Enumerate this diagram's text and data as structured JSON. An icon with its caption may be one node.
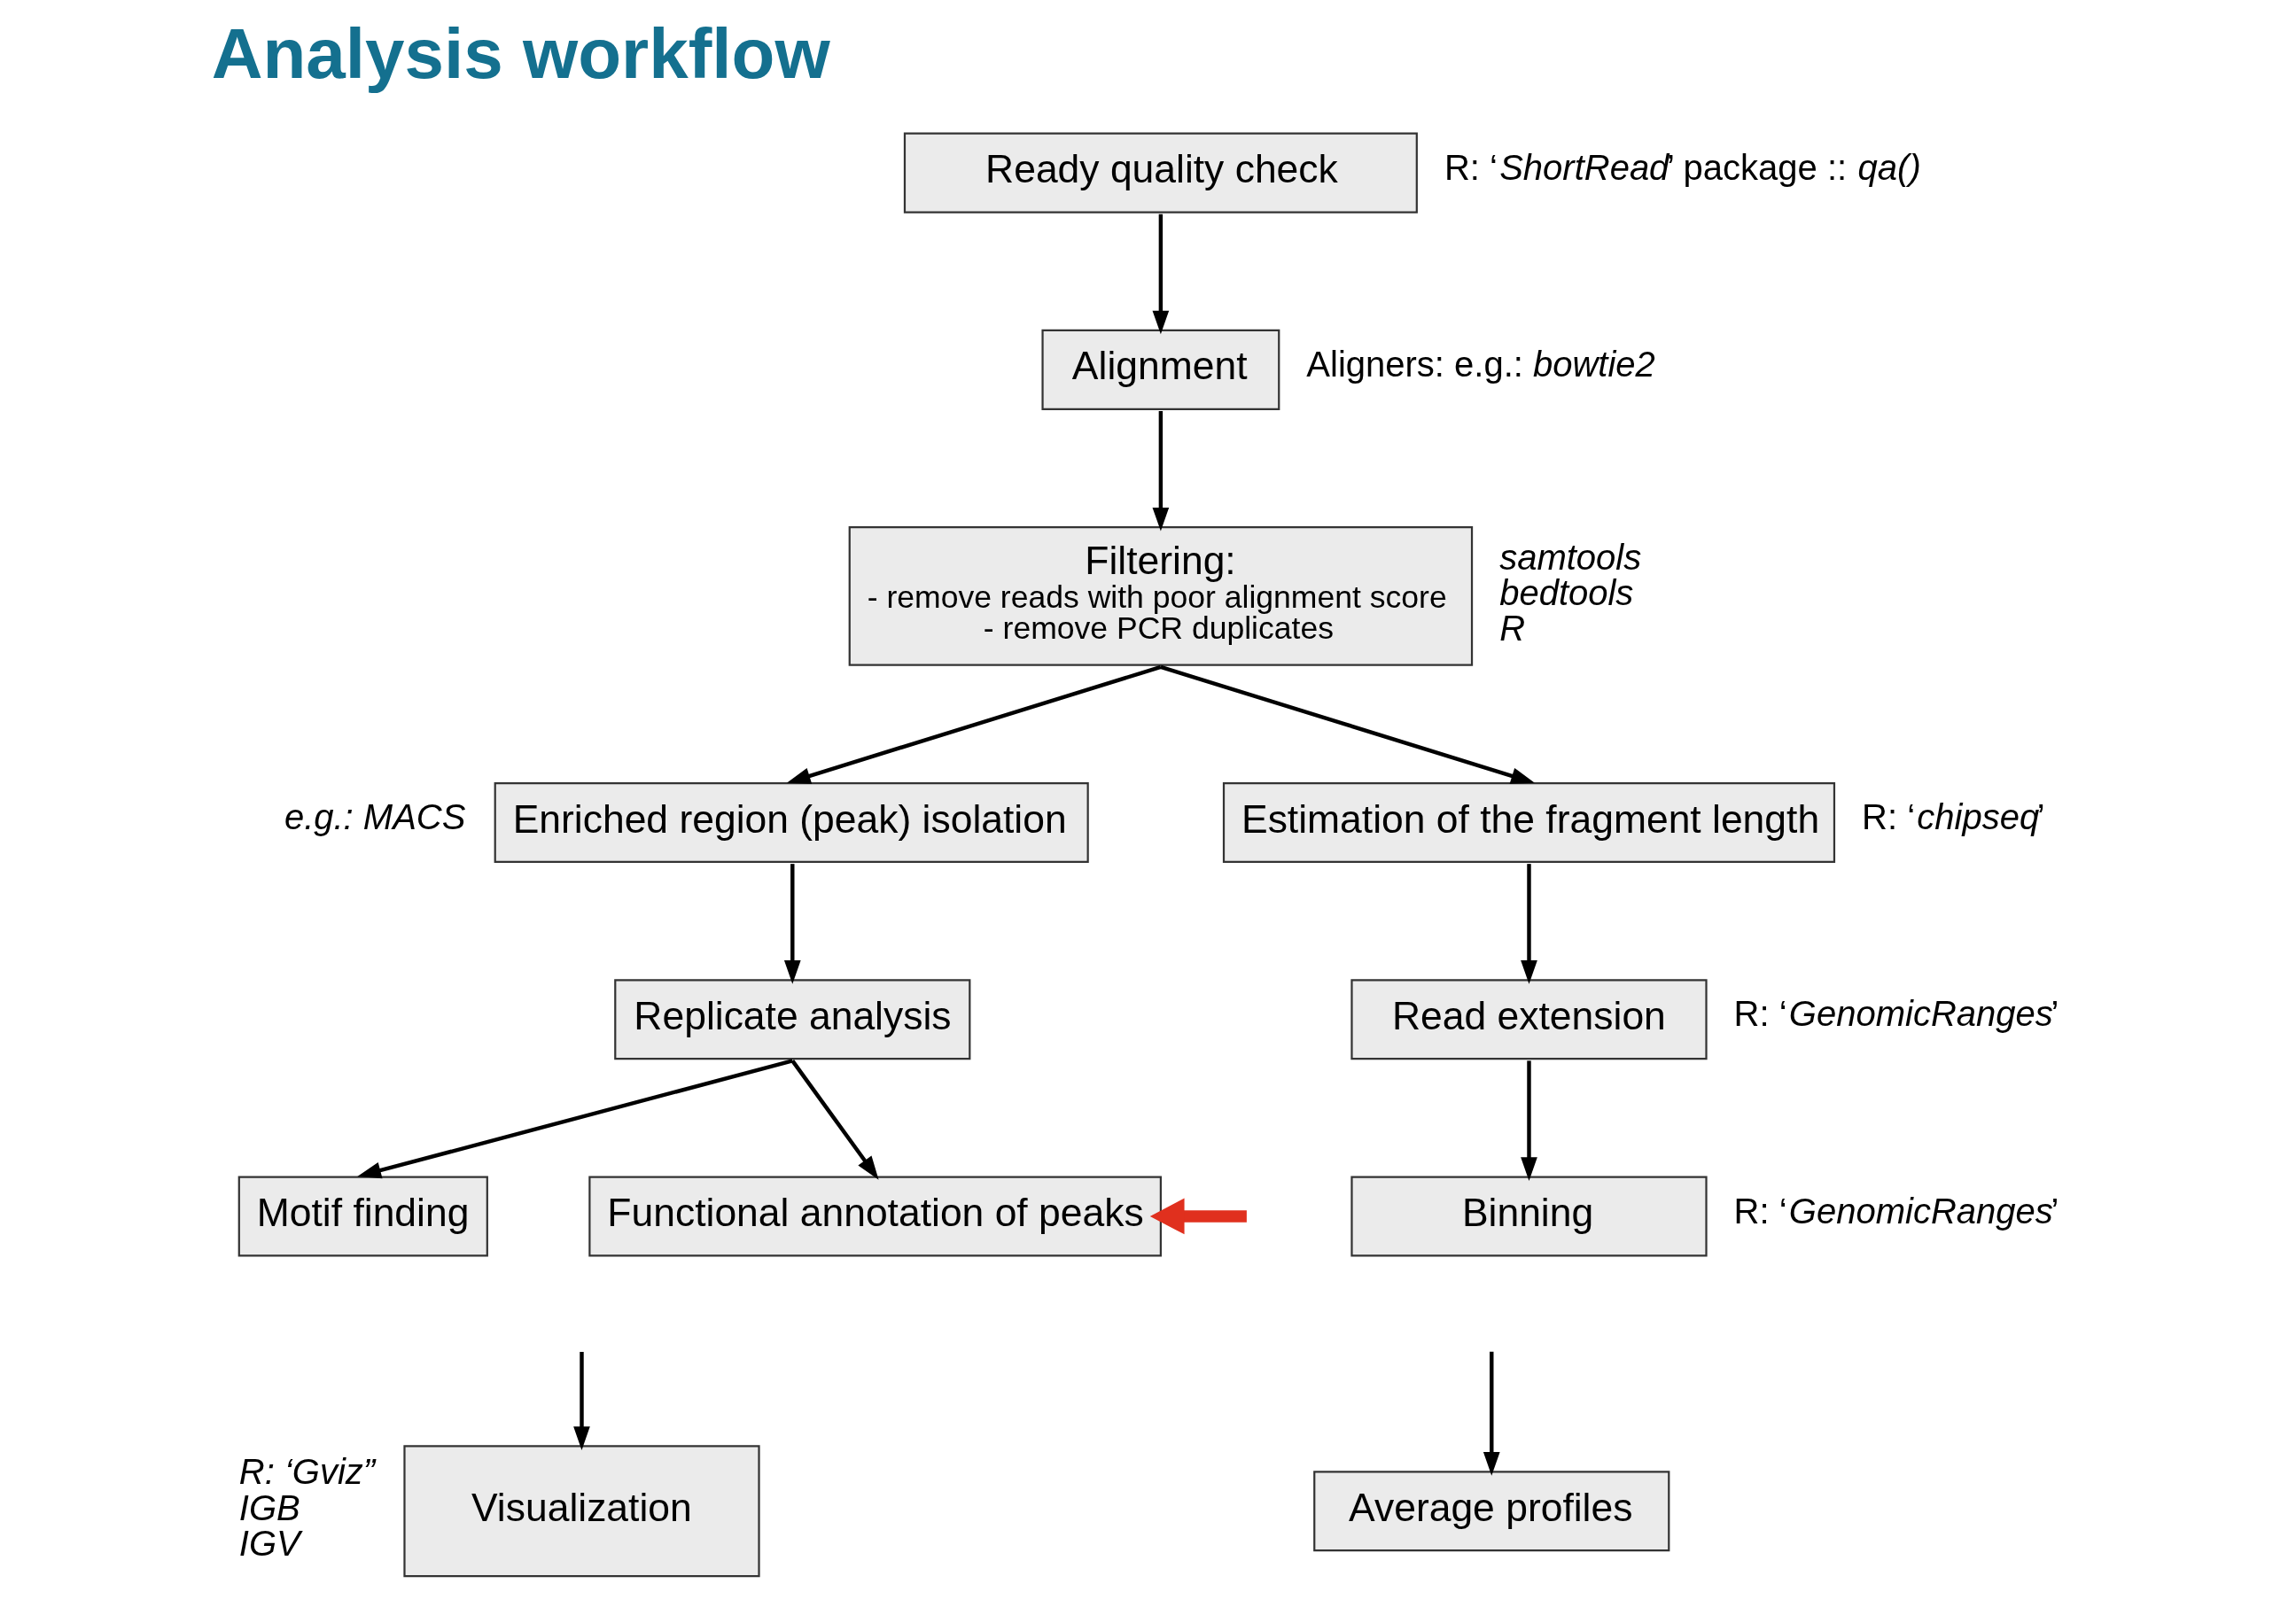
{
  "diagram": {
    "title": "Analysis workflow",
    "nodes": [
      {
        "text": [
          "Ready quality check"
        ],
        "beside": [
          "R: ‘*ShortRead*’ package :: *qa()*"
        ]
      },
      {
        "text": [
          "Alignment"
        ],
        "beside": [
          "Aligners: e.g.: *bowtie2*"
        ]
      },
      {
        "text": [
          "Filtering:",
          "- remove reads with poor alignment score",
          "- remove PCR duplicates"
        ],
        "beside": [
          "samtools",
          "bedtools",
          "R"
        ]
      },
      {
        "text": [
          "Enriched region (peak) isolation"
        ],
        "beside": [
          "e.g.: MACS"
        ]
      },
      {
        "text": [
          "Estimation of the fragment length"
        ],
        "beside": [
          "R: ‘*chipseq*’"
        ]
      },
      {
        "text": [
          "Replicate analysis"
        ]
      },
      {
        "text": [
          "Read extension"
        ],
        "beside": [
          "R: ‘*GenomicRanges*’"
        ]
      },
      {
        "text": [
          "Motif finding"
        ]
      },
      {
        "text": [
          "Functional annotation of peaks"
        ]
      },
      {
        "text": [
          "Binning"
        ],
        "beside": [
          "R: ‘*GenomicRanges*’"
        ]
      },
      {
        "text": [
          "Visualization"
        ],
        "beside": [
          "R: ‘Gviz”",
          "IGB",
          "IGV"
        ]
      },
      {
        "text": [
          "Average profiles"
        ]
      }
    ],
    "edges": [
      {
        "from": 0,
        "to": 1,
        "arrow": "to"
      },
      {
        "from": 1,
        "to": 2,
        "arrow": "to"
      },
      {
        "from": 2,
        "to": 3,
        "arrow": "to"
      },
      {
        "from": 2,
        "to": 4,
        "arrow": "to"
      },
      {
        "from": 3,
        "to": 5,
        "arrow": "to"
      },
      {
        "from": 4,
        "to": 6,
        "arrow": "to"
      },
      {
        "from": 5,
        "to": 7,
        "arrow": "to"
      },
      {
        "from": 5,
        "to": 8,
        "arrow": "to"
      },
      {
        "from": 6,
        "to": 9,
        "arrow": "to"
      },
      {
        "from": null,
        "to": 8,
        "arrow": "to",
        "style": "thick",
        "color": "#e0301e"
      },
      {
        "from": null,
        "to": 10,
        "arrow": "to"
      },
      {
        "from": null,
        "to": 11,
        "arrow": "to"
      }
    ]
  }
}
